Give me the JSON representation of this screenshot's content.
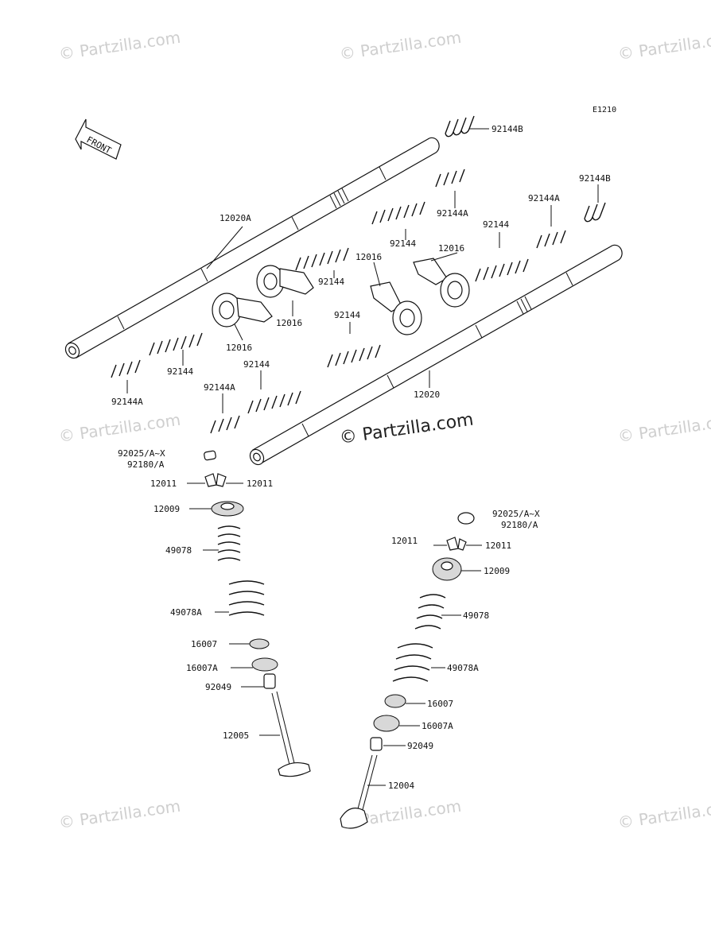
{
  "diagram": {
    "code": "E1210",
    "front_label": "FRONT",
    "watermark": "© Partzilla.com",
    "watermark_main": "© Partzilla.com",
    "labels": [
      {
        "id": "l01",
        "text": "92144B"
      },
      {
        "id": "l02",
        "text": "92144B"
      },
      {
        "id": "l03",
        "text": "12020A"
      },
      {
        "id": "l04",
        "text": "92144A"
      },
      {
        "id": "l05",
        "text": "92144A"
      },
      {
        "id": "l06",
        "text": "92144"
      },
      {
        "id": "l07",
        "text": "92144"
      },
      {
        "id": "l08",
        "text": "12016"
      },
      {
        "id": "l09",
        "text": "12016"
      },
      {
        "id": "l10",
        "text": "92144"
      },
      {
        "id": "l11",
        "text": "12016"
      },
      {
        "id": "l12",
        "text": "92144"
      },
      {
        "id": "l13",
        "text": "12016"
      },
      {
        "id": "l14",
        "text": "92144"
      },
      {
        "id": "l15",
        "text": "92144"
      },
      {
        "id": "l16",
        "text": "92144A"
      },
      {
        "id": "l17",
        "text": "92144A"
      },
      {
        "id": "l18",
        "text": "12020"
      },
      {
        "id": "l19",
        "text": "92025/A~X"
      },
      {
        "id": "l20",
        "text": "92180/A"
      },
      {
        "id": "l21",
        "text": "12011"
      },
      {
        "id": "l22",
        "text": "12011"
      },
      {
        "id": "l23",
        "text": "12009"
      },
      {
        "id": "l24",
        "text": "49078"
      },
      {
        "id": "l25",
        "text": "49078A"
      },
      {
        "id": "l26",
        "text": "16007"
      },
      {
        "id": "l27",
        "text": "16007A"
      },
      {
        "id": "l28",
        "text": "92049"
      },
      {
        "id": "l29",
        "text": "12005"
      },
      {
        "id": "l30",
        "text": "92025/A~X"
      },
      {
        "id": "l31",
        "text": "92180/A"
      },
      {
        "id": "l32",
        "text": "12011"
      },
      {
        "id": "l33",
        "text": "12011"
      },
      {
        "id": "l34",
        "text": "12009"
      },
      {
        "id": "l35",
        "text": "49078"
      },
      {
        "id": "l36",
        "text": "49078A"
      },
      {
        "id": "l37",
        "text": "16007"
      },
      {
        "id": "l38",
        "text": "16007A"
      },
      {
        "id": "l39",
        "text": "92049"
      },
      {
        "id": "l40",
        "text": "12004"
      }
    ]
  }
}
